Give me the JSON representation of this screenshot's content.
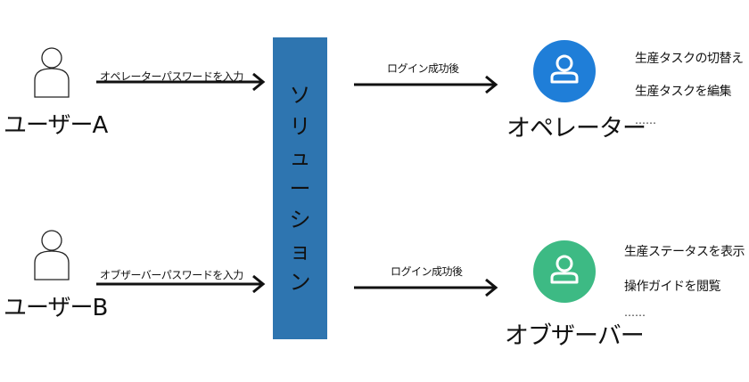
{
  "users": [
    {
      "label": "ユーザーA",
      "arrow_label": "オペレーターパスワードを入力"
    },
    {
      "label": "ユーザーB",
      "arrow_label": "オブザーバーパスワードを入力"
    }
  ],
  "solution": {
    "label_chars": [
      "ソ",
      "リ",
      "ュ",
      "ー",
      "シ",
      "ョ",
      "ン"
    ]
  },
  "roles": [
    {
      "arrow_label": "ログイン成功後",
      "label": "オペレーター",
      "color": "#1f7ed8",
      "permissions": [
        "生産タスクの切替え",
        "生産タスクを編集",
        "……"
      ]
    },
    {
      "arrow_label": "ログイン成功後",
      "label": "オブザーバー",
      "color": "#3dba84",
      "permissions": [
        "生産ステータスを表示",
        "操作ガイドを閲覧",
        "……"
      ]
    }
  ],
  "colors": {
    "solution_box": "#2e75b0",
    "operator": "#1f7ed8",
    "observer": "#3dba84"
  }
}
